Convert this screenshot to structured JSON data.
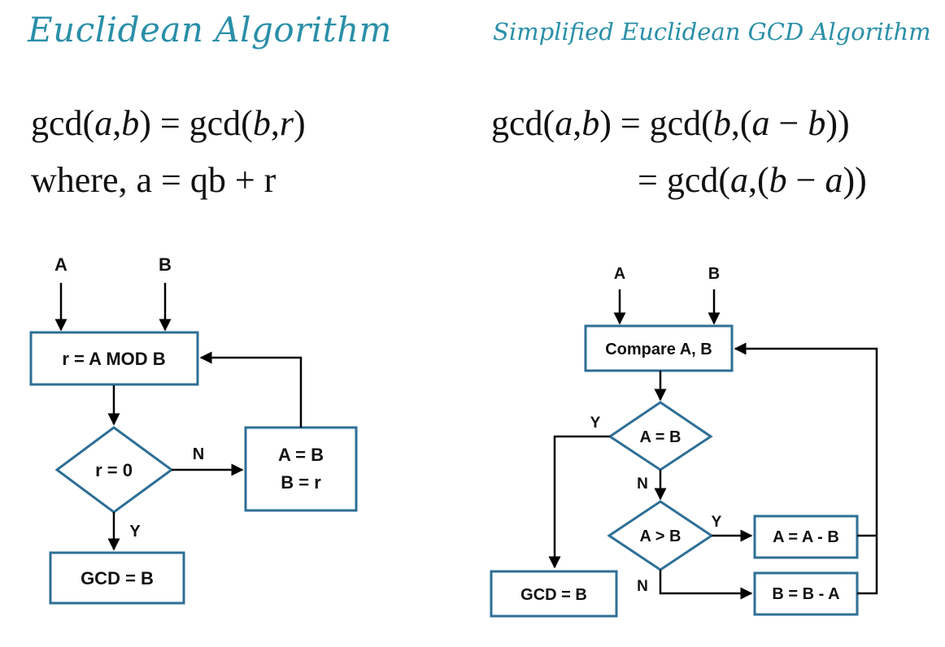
{
  "titles": {
    "left": "Euclidean Algorithm",
    "right": "Simplified Euclidean GCD Algorithm"
  },
  "equations": {
    "left_gcd_lhs": "gcd(",
    "left_a": "a",
    "left_comma": ",",
    "left_b": "b",
    "left_mid": ") = gcd(",
    "left_b2": "b",
    "left_comma2": ",",
    "left_r": "r",
    "left_close": ")",
    "left_where": "where, a = qb + r",
    "right1_pre": "gcd(",
    "right1_a": "a",
    "right1_c1": ",",
    "right1_b": "b",
    "right1_mid": ") = gcd(",
    "right1_b2": "b",
    "right1_c2": ",(",
    "right1_a2": "a",
    "right1_minus": " − ",
    "right1_b3": "b",
    "right1_close": "))",
    "right2_pre": "= gcd(",
    "right2_a": "a",
    "right2_c": ",(",
    "right2_b": "b",
    "right2_minus": " − ",
    "right2_a2": "a",
    "right2_close": "))"
  },
  "left_flowchart": {
    "input_a": "A",
    "input_b": "B",
    "mod_box": "r = A MOD B",
    "decision": "r = 0",
    "no_label": "N",
    "yes_label": "Y",
    "assign_line1": "A = B",
    "assign_line2": "B = r",
    "result": "GCD = B"
  },
  "right_flowchart": {
    "input_a": "A",
    "input_b": "B",
    "compare_box": "Compare A, B",
    "decision_equal": "A = B",
    "decision_greater": "A > B",
    "yes_label_1": "Y",
    "no_label_1": "N",
    "yes_label_2": "Y",
    "no_label_2": "N",
    "subtract_a": "A = A - B",
    "subtract_b": "B = B - A",
    "result": "GCD = B"
  },
  "colors": {
    "title": "#2a8fa8",
    "box_border": "#2e6f96"
  }
}
